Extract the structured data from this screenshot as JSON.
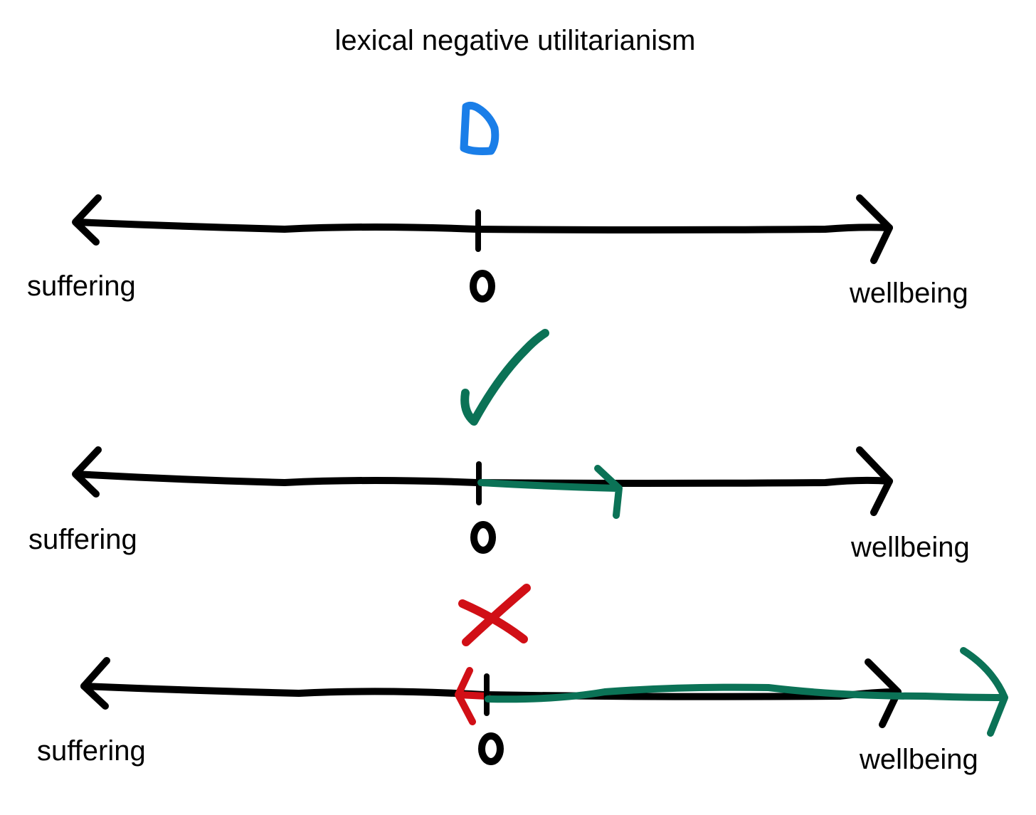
{
  "title": "lexical negative utilitarianism",
  "colors": {
    "axis": "#000000",
    "neutral_mark": "#1a7ee8",
    "good_mark": "#0b7256",
    "bad_mark": "#d10f16"
  },
  "rows": [
    {
      "left_label": "suffering",
      "zero_label": "0",
      "right_label": "wellbeing",
      "verdict_mark": "letter-d-icon",
      "arrows": []
    },
    {
      "left_label": "suffering",
      "zero_label": "0",
      "right_label": "wellbeing",
      "verdict_mark": "check-icon",
      "arrows": [
        "small-wellbeing-arrow"
      ]
    },
    {
      "left_label": "suffering",
      "zero_label": "0",
      "right_label": "wellbeing",
      "verdict_mark": "cross-icon",
      "arrows": [
        "small-suffering-arrow",
        "large-wellbeing-arrow"
      ]
    }
  ]
}
